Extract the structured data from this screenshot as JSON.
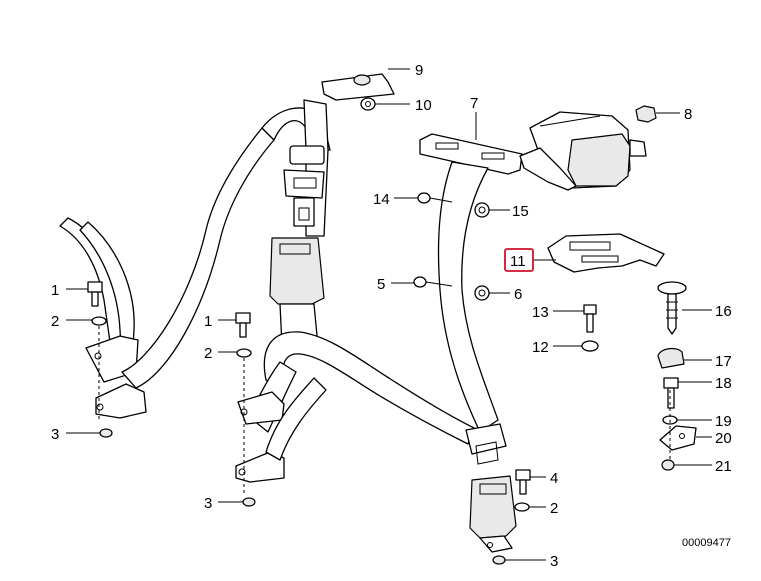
{
  "diagram": {
    "reference_number": "00009477",
    "highlight_color": "#d0102a",
    "callouts": [
      {
        "id": "c1a",
        "text": "1"
      },
      {
        "id": "c2a",
        "text": "2"
      },
      {
        "id": "c3a",
        "text": "3"
      },
      {
        "id": "c1b",
        "text": "1"
      },
      {
        "id": "c2b",
        "text": "2"
      },
      {
        "id": "c3b",
        "text": "3"
      },
      {
        "id": "c4",
        "text": "4"
      },
      {
        "id": "c2c",
        "text": "2"
      },
      {
        "id": "c3c",
        "text": "3"
      },
      {
        "id": "c5",
        "text": "5"
      },
      {
        "id": "c6",
        "text": "6"
      },
      {
        "id": "c7",
        "text": "7"
      },
      {
        "id": "c8",
        "text": "8"
      },
      {
        "id": "c9",
        "text": "9"
      },
      {
        "id": "c10",
        "text": "10"
      },
      {
        "id": "c11",
        "text": "11",
        "highlighted": true
      },
      {
        "id": "c12",
        "text": "12"
      },
      {
        "id": "c13",
        "text": "13"
      },
      {
        "id": "c14",
        "text": "14"
      },
      {
        "id": "c15",
        "text": "15"
      },
      {
        "id": "c16",
        "text": "16"
      },
      {
        "id": "c17",
        "text": "17"
      },
      {
        "id": "c18",
        "text": "18"
      },
      {
        "id": "c19",
        "text": "19"
      },
      {
        "id": "c20",
        "text": "20"
      },
      {
        "id": "c21",
        "text": "21"
      }
    ]
  }
}
